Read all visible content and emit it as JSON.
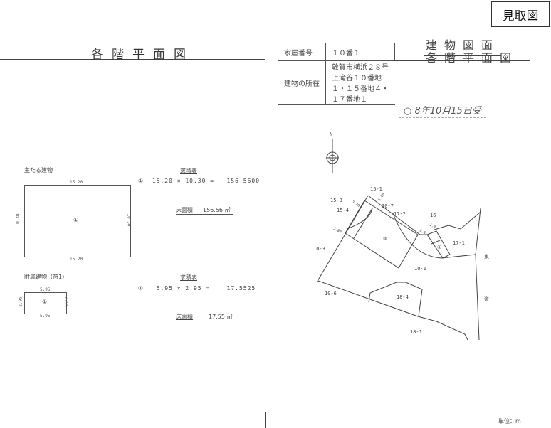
{
  "badge": "見取図",
  "left_title": "各階平面図",
  "info_table": {
    "row1_label": "家屋番号",
    "row1_value": "１０番１",
    "row2_label": "建物の所在",
    "row2_value": "敦賀市横浜２８号上滝谷１０番地１・１５番地４・１７番地１"
  },
  "right_title": "建物図面",
  "right_title_struck": "各階平面図",
  "stamp": "○ 8年10月15日受",
  "main_building": {
    "label": "主たる建物",
    "top": "15.20",
    "bottom": "15.20",
    "left": "10.30",
    "right": "10.30",
    "mark": "①",
    "calc_title": "求積表",
    "formula_mark": "①",
    "formula": "15.20 × 10.30 =",
    "formula_result": "156.5600",
    "area_label": "床面積",
    "area_value": "156.56 ㎡"
  },
  "annex_building": {
    "label": "附属建物（符1）",
    "top": "5.95",
    "bottom": "5.95",
    "left": "2.95",
    "right": "2.95",
    "mark": "①",
    "calc_title": "求積表",
    "formula_mark": "①",
    "formula": "5.95 × 2.95 =",
    "formula_result": "17.5525",
    "area_label": "床面積",
    "area_value": "17.55 ㎡"
  },
  "site_map": {
    "north": "N",
    "parcels": [
      "15-1",
      "15-3",
      "15-4",
      "10-7",
      "17-2",
      "16",
      "17-1",
      "10-3",
      "10-1",
      "10-6",
      "18-4",
      "18-1"
    ],
    "building_marks": [
      "③",
      "①"
    ],
    "dims": [
      "3.20",
      "1.00",
      "3.00",
      "2.8",
      "1.8"
    ],
    "road_labels": [
      "東",
      "道"
    ]
  },
  "unit": "単位：m"
}
